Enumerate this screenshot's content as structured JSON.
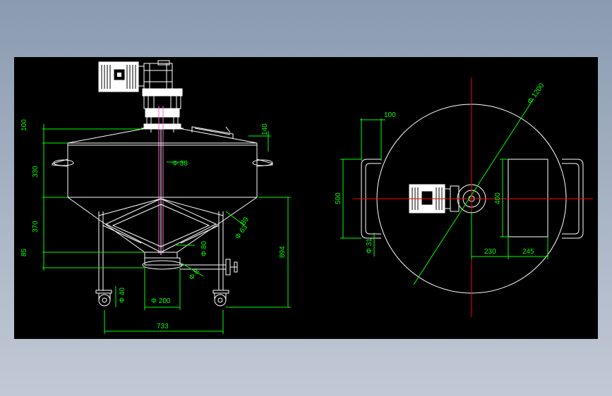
{
  "drawing": {
    "colors": {
      "background": "#000000",
      "outline": "#ffffff",
      "dimension": "#00ff00",
      "centerline": "#ff0000",
      "shaft": "#ff66cc"
    },
    "front_view": {
      "dims": {
        "top_100": "100",
        "d330": "330",
        "d370": "370",
        "d85": "85",
        "d140": "140",
        "d894": "894",
        "phi38": "Φ 38",
        "phi63": "Φ 63",
        "phi80": "Φ 80",
        "d89": "89",
        "phi40": "Φ 40",
        "phi200": "Φ 200",
        "phi8": "Φ 8",
        "d733": "733"
      }
    },
    "top_view": {
      "dims": {
        "d100": "100",
        "phi1200": "Φ 1200",
        "d500": "500",
        "d400": "400",
        "phi31": "Φ 31",
        "d230": "230",
        "d245": "245"
      }
    }
  }
}
